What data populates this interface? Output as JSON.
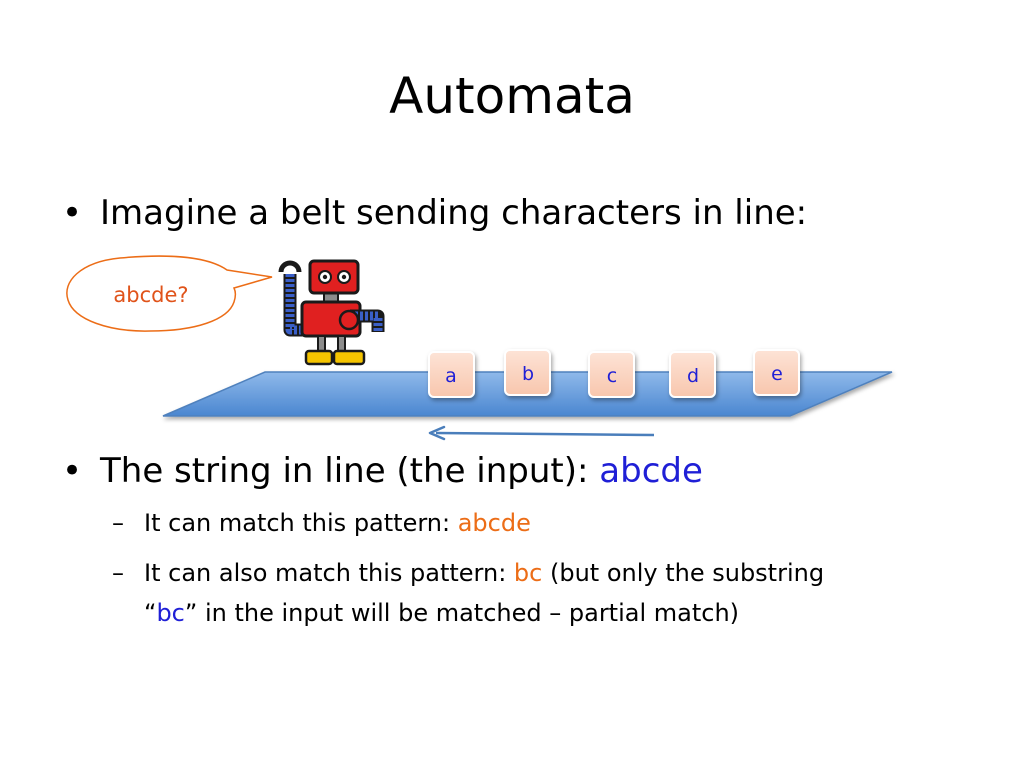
{
  "slide": {
    "title": "Automata"
  },
  "bullets": {
    "first": {
      "symbol": "•",
      "text": "Imagine a belt sending characters in line:"
    },
    "second": {
      "symbol": "•",
      "prefix": "The string in line (the input): ",
      "highlight": "abcde"
    },
    "sub_one": {
      "symbol": "–",
      "prefix": "It can match this pattern: ",
      "highlight": "abcde"
    },
    "sub_two": {
      "symbol": "–",
      "prefix": "It can also match this pattern: ",
      "highlight": "bc",
      "suffix": " (but only the substring",
      "line2_open_quote": "“",
      "line2_highlight": "bc",
      "line2_rest": "” in the input will be matched – partial match)"
    }
  },
  "illustration": {
    "speech_bubble_text": "abcde?",
    "robot_icon": "robot-icon",
    "direction_arrow_icon": "arrow-left-icon",
    "belt_characters": [
      "a",
      "b",
      "c",
      "d",
      "e"
    ],
    "colors": {
      "belt_fill": "#5b9bd5",
      "belt_stroke": "#4f81bd",
      "box_fill": "#fcd5c2",
      "char_text": "#1f1fd6",
      "bubble_stroke": "#ec6d17",
      "bubble_text": "#e0531a",
      "arrow": "#4a7ebb",
      "robot_red": "#e02020",
      "robot_blue": "#3a5fc8",
      "robot_yellow": "#f5c400"
    }
  }
}
